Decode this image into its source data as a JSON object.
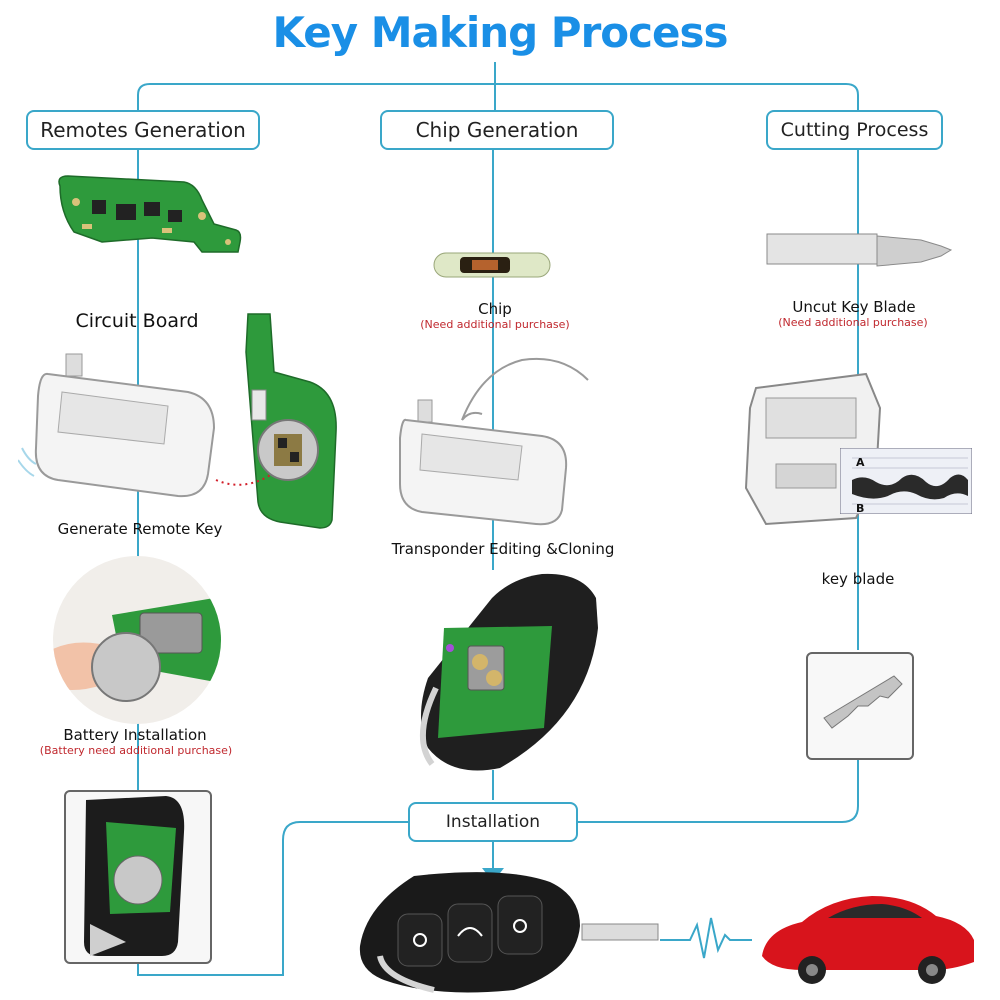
{
  "title": "Key Making Process",
  "columns": {
    "remotes": {
      "header": "Remotes Generation",
      "circuit_board_label": "Circuit Board",
      "generate_label": "Generate Remote Key",
      "battery_label": "Battery Installation",
      "battery_note": "(Battery need additional purchase)"
    },
    "chip": {
      "header": "Chip Generation",
      "chip_label": "Chip",
      "chip_note": "(Need additional purchase)",
      "transponder_label": "Transponder Editing &Cloning"
    },
    "cutting": {
      "header": "Cutting Process",
      "blade_label": "Uncut Key  Blade",
      "blade_note": "(Need additional purchase)",
      "key_blade_label": "key blade",
      "graph_marks": [
        "A",
        "B"
      ]
    }
  },
  "installation_label": "Installation",
  "colors": {
    "title": "#1a8fe6",
    "connector": "#3aa7c9",
    "note": "#c0282e",
    "pcb": "#2e9a3c",
    "car": "#d8141c"
  }
}
